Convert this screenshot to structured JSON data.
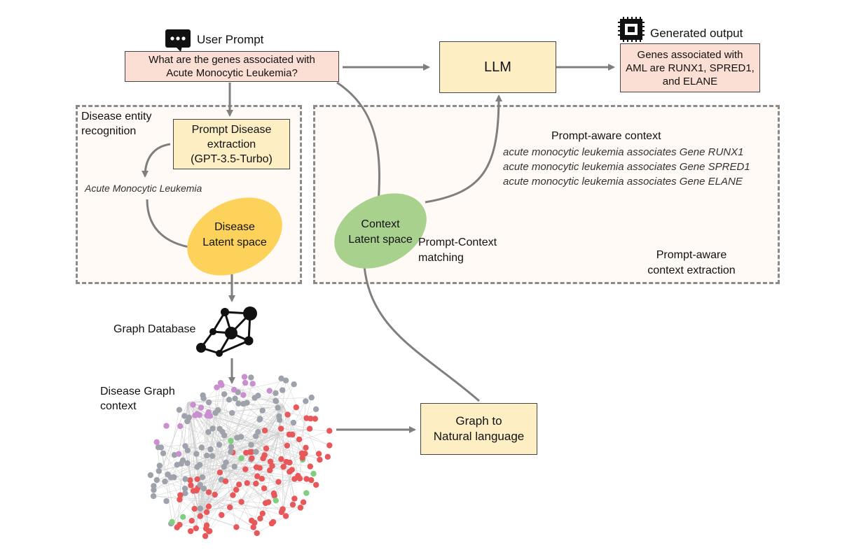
{
  "user_prompt": {
    "label": "User Prompt",
    "question": "What are the genes associated with\nAcute Monocytic Leukemia?"
  },
  "llm": {
    "label": "LLM"
  },
  "generated_output": {
    "label": "Generated output",
    "text": "Genes associated with\nAML are RUNX1, SPRED1,\nand ELANE"
  },
  "disease_entity": {
    "section_label": "Disease entity\nrecognition",
    "extraction_box": "Prompt Disease\nextraction\n(GPT-3.5-Turbo)",
    "extracted_entity": "Acute Monocytic Leukemia",
    "latent_space": "Disease\nLatent space"
  },
  "prompt_aware": {
    "title": "Prompt-aware context",
    "lines": [
      "acute monocytic leukemia associates Gene RUNX1",
      "acute monocytic leukemia associates Gene SPRED1",
      "acute monocytic leukemia associates Gene ELANE"
    ],
    "context_latent": "Context\nLatent space",
    "matching_label": "Prompt-Context\nmatching",
    "section_label": "Prompt-aware\ncontext extraction"
  },
  "graph": {
    "database_label": "Graph Database",
    "context_label": "Disease Graph\ncontext",
    "to_nl_box": "Graph to\nNatural language"
  },
  "colors": {
    "peach": "#fbdfd4",
    "yellow": "#fdefc3",
    "disease_latent": "#fdd25a",
    "context_latent": "#a9d18e",
    "arrow": "#7f7f7f",
    "node_purple": "#c98fcf",
    "node_gray": "#9ea3ab",
    "node_red": "#e8575a",
    "node_green": "#7fcf7f"
  }
}
